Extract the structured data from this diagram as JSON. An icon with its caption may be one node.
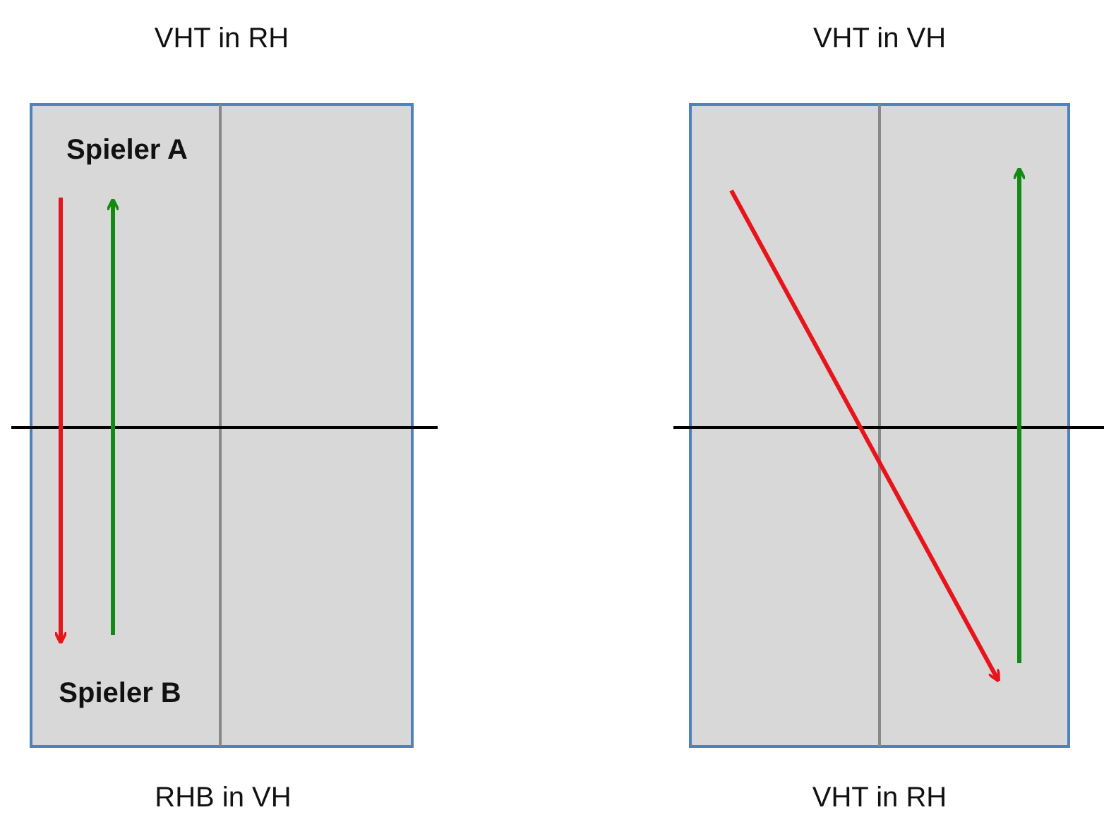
{
  "diagram": {
    "labels": [
      "VHT in RH",
      "VHT in VH",
      "Spieler A",
      "Spieler B",
      "RHB in VH",
      "VHT in RH"
    ]
  }
}
